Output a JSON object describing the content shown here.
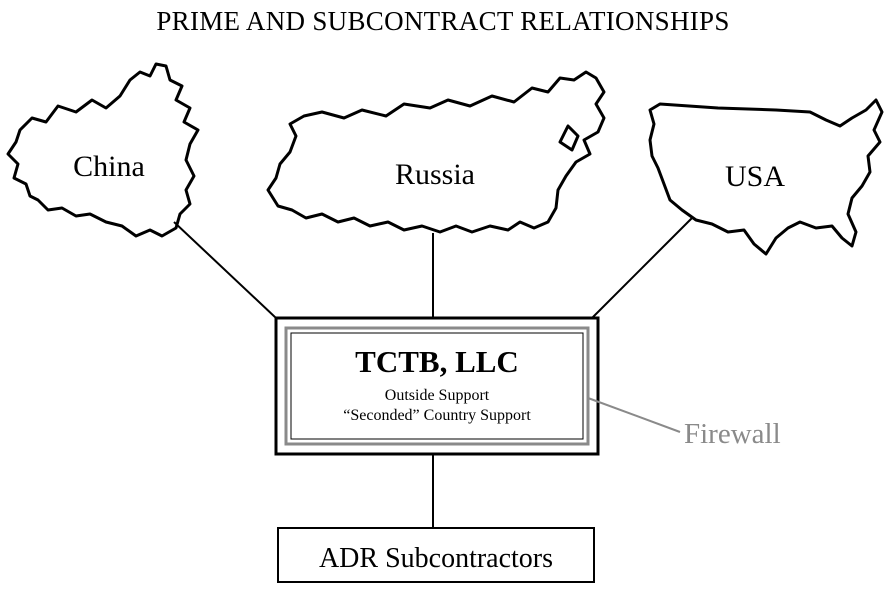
{
  "title": "PRIME AND SUBCONTRACT RELATIONSHIPS",
  "countries": [
    {
      "label": "China",
      "icon": "china-map-icon"
    },
    {
      "label": "Russia",
      "icon": "russia-map-icon"
    },
    {
      "label": "USA",
      "icon": "usa-map-icon"
    }
  ],
  "prime": {
    "name": "TCTB, LLC",
    "lines": [
      "Outside Support",
      "“Seconded” Country Support"
    ]
  },
  "firewall_label": "Firewall",
  "subcontractor_label": "ADR Subcontractors",
  "colors": {
    "line": "#000000",
    "firewall": "#8a8a8a"
  }
}
